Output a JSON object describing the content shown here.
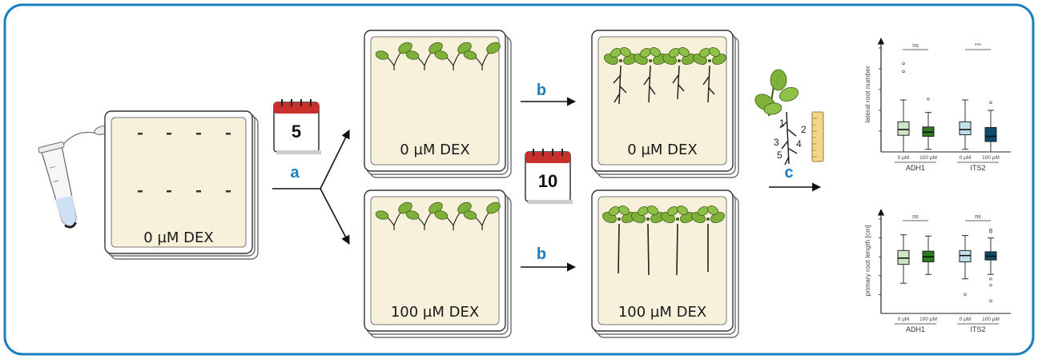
{
  "steps": {
    "a": "a",
    "b": "b",
    "c": "c"
  },
  "calendars": {
    "first": "5",
    "second": "10"
  },
  "plates": {
    "start": "0 µM DEX",
    "mid_top": "0 µM DEX",
    "mid_bottom": "100 µM DEX",
    "right_top": "0 µM DEX",
    "right_bottom": "100 µM DEX"
  },
  "root_numbers": [
    "1",
    "2",
    "3",
    "4",
    "5"
  ],
  "colors": {
    "frame": "#1a7fc0",
    "plate_fill": "#f7f0da",
    "leaf": "#7fb03a",
    "label_blue": "#1a7fc0",
    "calendar_red": "#c8302b",
    "ruler": "#f3d58a"
  },
  "chart_data": [
    {
      "type": "box",
      "ylabel": "lateral root number",
      "groups": [
        "ADH1",
        "ITS2"
      ],
      "categories": [
        "0 µM",
        "100 µM",
        "0 µM",
        "100 µM"
      ],
      "significance": [
        "ns",
        "***"
      ],
      "series": [
        {
          "group": "ADH1",
          "condition": "0 µM",
          "color": "#cfe5c6",
          "whisker_low": 0.0,
          "q1": 0.32,
          "median": 0.43,
          "q3": 0.58,
          "whisker_high": 1.0,
          "outliers": [
            1.55,
            1.7
          ]
        },
        {
          "group": "ADH1",
          "condition": "100 µM",
          "color": "#2d7a1f",
          "whisker_low": 0.05,
          "q1": 0.3,
          "median": 0.38,
          "q3": 0.48,
          "whisker_high": 0.76,
          "outliers": [
            1.02
          ]
        },
        {
          "group": "ITS2",
          "condition": "0 µM",
          "color": "#c3dfe9",
          "whisker_low": 0.05,
          "q1": 0.33,
          "median": 0.43,
          "q3": 0.58,
          "whisker_high": 1.0,
          "outliers": []
        },
        {
          "group": "ITS2",
          "condition": "100 µM",
          "color": "#0d4d6b",
          "whisker_low": 0.0,
          "q1": 0.2,
          "median": 0.3,
          "q3": 0.47,
          "whisker_high": 0.8,
          "outliers": [
            0.95
          ]
        }
      ]
    },
    {
      "type": "box",
      "ylabel": "primary root length [cm]",
      "groups": [
        "ADH1",
        "ITS2"
      ],
      "categories": [
        "0 µM",
        "100 µM",
        "0 µM",
        "100 µM"
      ],
      "significance": [
        "ns",
        "ns"
      ],
      "series": [
        {
          "group": "ADH1",
          "condition": "0 µM",
          "color": "#cfe5c6",
          "whisker_low": 0.78,
          "q1": 1.08,
          "median": 1.18,
          "q3": 1.3,
          "whisker_high": 1.55,
          "outliers": []
        },
        {
          "group": "ADH1",
          "condition": "100 µM",
          "color": "#2d7a1f",
          "whisker_low": 0.92,
          "q1": 1.12,
          "median": 1.2,
          "q3": 1.29,
          "whisker_high": 1.53,
          "outliers": []
        },
        {
          "group": "ITS2",
          "condition": "0 µM",
          "color": "#c3dfe9",
          "whisker_low": 0.85,
          "q1": 1.12,
          "median": 1.22,
          "q3": 1.3,
          "whisker_high": 1.54,
          "outliers": [
            0.6
          ]
        },
        {
          "group": "ITS2",
          "condition": "100 µM",
          "color": "#0d4d6b",
          "whisker_low": 0.92,
          "q1": 1.15,
          "median": 1.21,
          "q3": 1.28,
          "whisker_high": 1.5,
          "outliers": [
            1.6,
            1.63,
            0.85,
            0.75,
            0.5
          ]
        }
      ]
    }
  ]
}
